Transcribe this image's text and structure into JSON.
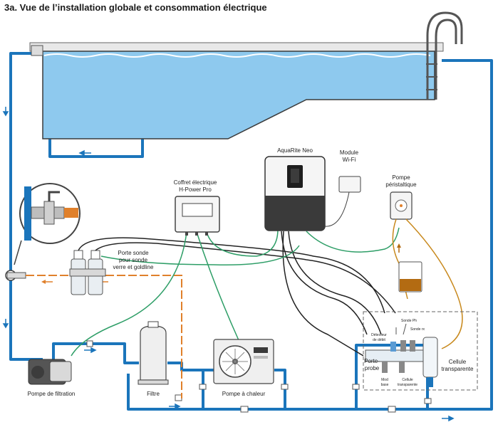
{
  "title": "3a. Vue de l’installation globale et consommation électrique",
  "labels": {
    "aquarite": "AquaRite Neo",
    "wifi_line1": "Module",
    "wifi_line2": "Wi-Fi",
    "pompe_peri_line1": "Pompe",
    "pompe_peri_line2": "péristaltique",
    "coffret_line1": "Coffret électrique",
    "coffret_line2": "H-Power Pro",
    "porte_sonde_line1": "Porte sonde",
    "porte_sonde_line2": "pour sonde",
    "porte_sonde_line3": "verre et goldline",
    "pompe_filtration": "Pompe de filtration",
    "filtre": "Filtre",
    "pompe_chaleur": "Pompe à chaleur",
    "porte_line1": "Porte-",
    "porte_line2": "probe",
    "cellule_line1": "Cellule",
    "cellule_line2": "transparente",
    "sonde_ph": "Sonde Ph",
    "sonde_rx": "Sonde rx",
    "detecteur_line1": "Détecteur",
    "detecteur_line2": "de débit",
    "mod_line1": "Mod",
    "mod_line2": "base",
    "cellule_small_line1": "Cellule",
    "cellule_small_line2": "transparente"
  },
  "colors": {
    "pipe": "#1b75bb",
    "water": "#8ec9ee",
    "green_cable": "#2e9e67",
    "orange_pipe": "#e0802b",
    "acid": "#b36b12"
  }
}
